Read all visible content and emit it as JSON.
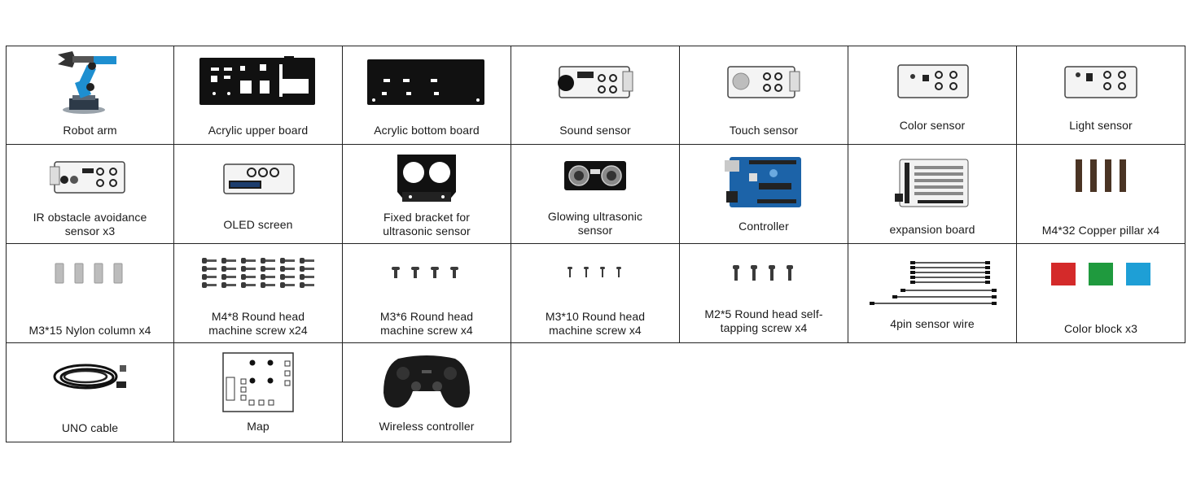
{
  "parts": [
    {
      "label": "Robot arm",
      "icon": "robot-arm-icon"
    },
    {
      "label": "Acrylic upper board",
      "icon": "acrylic-upper-board-icon"
    },
    {
      "label": "Acrylic bottom board",
      "icon": "acrylic-bottom-board-icon"
    },
    {
      "label": "Sound sensor",
      "icon": "sound-sensor-icon"
    },
    {
      "label": "Touch sensor",
      "icon": "touch-sensor-icon"
    },
    {
      "label": "Color sensor",
      "icon": "color-sensor-icon"
    },
    {
      "label": "Light sensor",
      "icon": "light-sensor-icon"
    },
    {
      "label": "IR obstacle avoidance sensor x3",
      "icon": "ir-sensor-icon"
    },
    {
      "label": "OLED screen",
      "icon": "oled-screen-icon"
    },
    {
      "label": "Fixed bracket for ultrasonic sensor",
      "icon": "ultrasonic-bracket-icon"
    },
    {
      "label": "Glowing ultrasonic sensor",
      "icon": "ultrasonic-sensor-icon"
    },
    {
      "label": "Controller",
      "icon": "controller-board-icon"
    },
    {
      "label": "expansion board",
      "icon": "expansion-board-icon"
    },
    {
      "label": "M4*32 Copper pillar x4",
      "icon": "copper-pillar-icon"
    },
    {
      "label": "M3*15 Nylon column x4",
      "icon": "nylon-column-icon"
    },
    {
      "label": "M4*8 Round head machine screw x24",
      "icon": "m4-screw-icon"
    },
    {
      "label": "M3*6 Round head machine screw x4",
      "icon": "m3x6-screw-icon"
    },
    {
      "label": "M3*10 Round head machine screw x4",
      "icon": "m3x10-screw-icon"
    },
    {
      "label": "M2*5 Round head self-tapping screw x4",
      "icon": "m2-screw-icon"
    },
    {
      "label": "4pin sensor wire",
      "icon": "sensor-wire-icon"
    },
    {
      "label": "Color block x3",
      "icon": "color-block-icon"
    },
    {
      "label": "UNO cable",
      "icon": "usb-cable-icon"
    },
    {
      "label": "Map",
      "icon": "map-icon"
    },
    {
      "label": "Wireless controller",
      "icon": "gamepad-icon"
    }
  ],
  "colors": {
    "border": "#222222",
    "block_red": "#d42a2a",
    "block_green": "#1f9a3e",
    "block_blue": "#1e9fd6",
    "arm_blue": "#1e8fd0"
  }
}
